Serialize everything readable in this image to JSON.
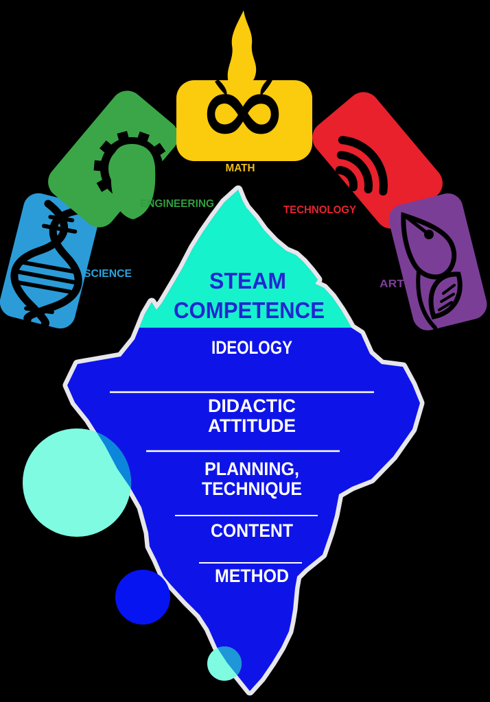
{
  "diagram": {
    "background_color": "#000000",
    "arch": {
      "segments": [
        {
          "id": "science",
          "label": "SCIENCE",
          "block_color": "#2B9CD8",
          "label_color": "#29A4DD",
          "icon": "dna-icon"
        },
        {
          "id": "engineering",
          "label": "ENGINEERING",
          "block_color": "#3BA648",
          "label_color": "#2F9E3C",
          "icon": "gear-icon"
        },
        {
          "id": "math",
          "label": "MATH",
          "block_color": "#FBCB0D",
          "label_color": "#F2BE14",
          "icon": "infinity-icon",
          "icon_glyph": "∞"
        },
        {
          "id": "technology",
          "label": "TECHNOLOGY",
          "block_color": "#E8212C",
          "label_color": "#E82330",
          "icon": "wifi-icon"
        },
        {
          "id": "art",
          "label": "ART",
          "block_color": "#7B3E97",
          "label_color": "#7C3F98",
          "icon": "pen-nib-icon"
        }
      ]
    },
    "iceberg": {
      "title_line1": "STEAM",
      "title_line2": "COMPETENCE",
      "title_color": "#2326D2",
      "above_water_color": "#16F2CC",
      "below_water_color": "#0E14E8",
      "outline_color": "#E7E7EB",
      "layer_text_color": "#FFFFFF",
      "layers": [
        {
          "lines": [
            "IDEOLOGY"
          ]
        },
        {
          "lines": [
            "DIDACTIC",
            "ATTITUDE"
          ]
        },
        {
          "lines": [
            "PLANNING,",
            "TECHNIQUE"
          ]
        },
        {
          "lines": [
            "CONTENT"
          ]
        },
        {
          "lines": [
            "METHOD"
          ]
        }
      ]
    },
    "decorations": {
      "large_teal_circle_color": "#7EFBE1",
      "large_teal_overlap_color": "#0C86DB",
      "blue_circle_color": "#0614F2",
      "small_teal_circle_color": "#7EFBE1",
      "small_teal_overlap_color": "#1E96D8"
    }
  }
}
